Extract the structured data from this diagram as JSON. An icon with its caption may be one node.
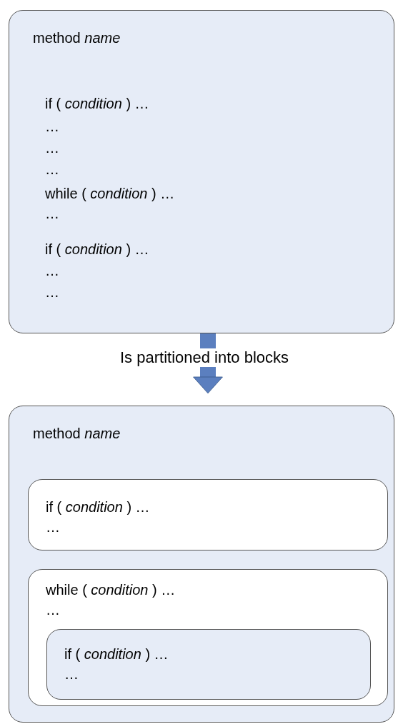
{
  "diagram": {
    "nodes": [
      {
        "text": [
          "method *name*",
          "if ( *condition* ) …",
          "…",
          "…",
          "…",
          "while ( *condition* ) …",
          "…",
          "if ( *condition* ) …",
          "…",
          "…"
        ]
      },
      {
        "text": [
          "method *name*"
        ]
      },
      {
        "text": [
          "if ( *condition* ) …",
          "…"
        ],
        "in": 1
      },
      {
        "text": [
          "while ( *condition* ) …",
          "…"
        ],
        "in": 1
      },
      {
        "text": [
          "if ( *condition* ) …",
          "…"
        ],
        "in": 3
      }
    ],
    "edges": [
      {
        "from": 0,
        "to": 1,
        "arrow": "to",
        "label": "Is partitioned into blocks",
        "color": "#5b7fbf"
      }
    ]
  }
}
